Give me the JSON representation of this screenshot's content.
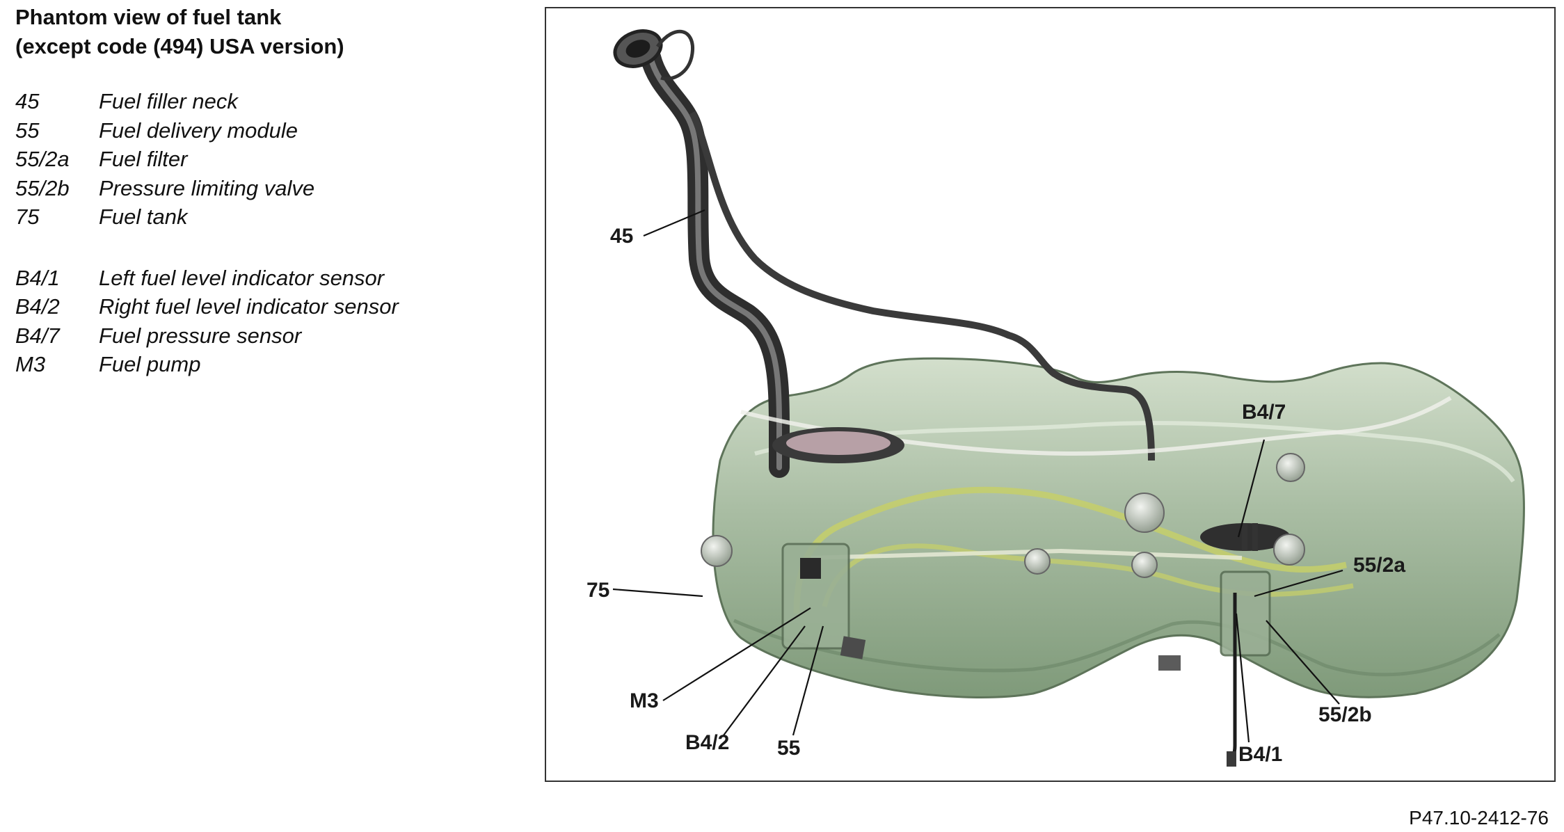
{
  "heading": {
    "line1": "Phantom view of fuel tank",
    "line2": "(except code (494) USA version)"
  },
  "legend": [
    {
      "code": "45",
      "desc": "Fuel filler neck"
    },
    {
      "code": "55",
      "desc": "Fuel delivery module"
    },
    {
      "code": "55/2a",
      "desc": "Fuel filter"
    },
    {
      "code": "55/2b",
      "desc": "Pressure limiting valve"
    },
    {
      "code": "75",
      "desc": "Fuel tank"
    },
    {
      "code": "B4/1",
      "desc": "Left fuel level indicator sensor"
    },
    {
      "code": "B4/2",
      "desc": "Right fuel level indicator sensor"
    },
    {
      "code": "B4/7",
      "desc": "Fuel pressure sensor"
    },
    {
      "code": "M3",
      "desc": "Fuel pump"
    }
  ],
  "labels": {
    "l45": "45",
    "l75": "75",
    "lM3": "M3",
    "lB42": "B4/2",
    "l55": "55",
    "lB47": "B4/7",
    "l552a": "55/2a",
    "l552b": "55/2b",
    "lB41": "B4/1"
  },
  "figure_ref": "P47.10-2412-76",
  "colors": {
    "tank": "#a9bda3",
    "tank_dark": "#7f9a7a",
    "tank_light": "#d3dfcc",
    "pipe": "#3d3d3d",
    "fuel_line": "#c6cf6a"
  }
}
